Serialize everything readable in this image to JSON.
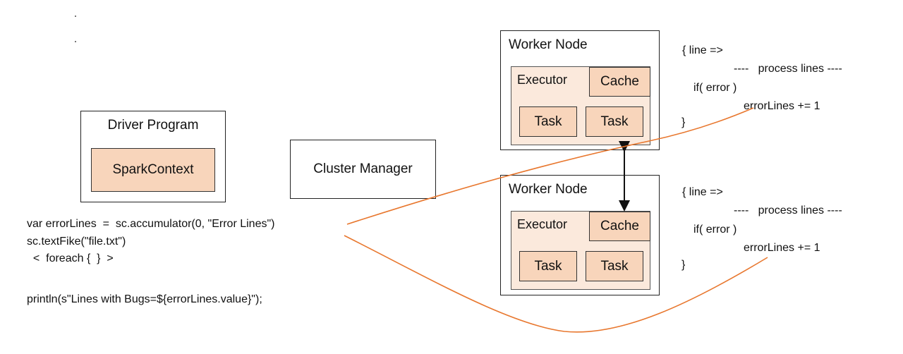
{
  "driver": {
    "title": "Driver Program",
    "context": "SparkContext"
  },
  "cluster_manager": {
    "label": "Cluster Manager"
  },
  "worker_nodes": [
    {
      "title": "Worker Node",
      "executor": "Executor",
      "cache": "Cache",
      "tasks": [
        "Task",
        "Task"
      ]
    },
    {
      "title": "Worker Node",
      "executor": "Executor",
      "cache": "Cache",
      "tasks": [
        "Task",
        "Task"
      ]
    }
  ],
  "worker_code": [
    {
      "open": "{ line =>",
      "process": "----   process lines ----",
      "if_line": "if( error )",
      "increment": "errorLines += 1",
      "close": "}"
    },
    {
      "open": "{ line =>",
      "process": "----   process lines ----",
      "if_line": "if( error )",
      "increment": "errorLines += 1",
      "close": "}"
    }
  ],
  "driver_code": {
    "line1": "var errorLines  =  sc.accumulator(0, \"Error Lines\")",
    "line2": "sc.textFike(\"file.txt\")",
    "line3": "  <  foreach {  }  >",
    "line4": "println(s\"Lines with Bugs=${errorLines.value}\");"
  },
  "colors": {
    "accent_line": "#e8772e",
    "box_fill": "#f8d5bb",
    "executor_fill": "#fbe9dc",
    "border": "#222222"
  }
}
